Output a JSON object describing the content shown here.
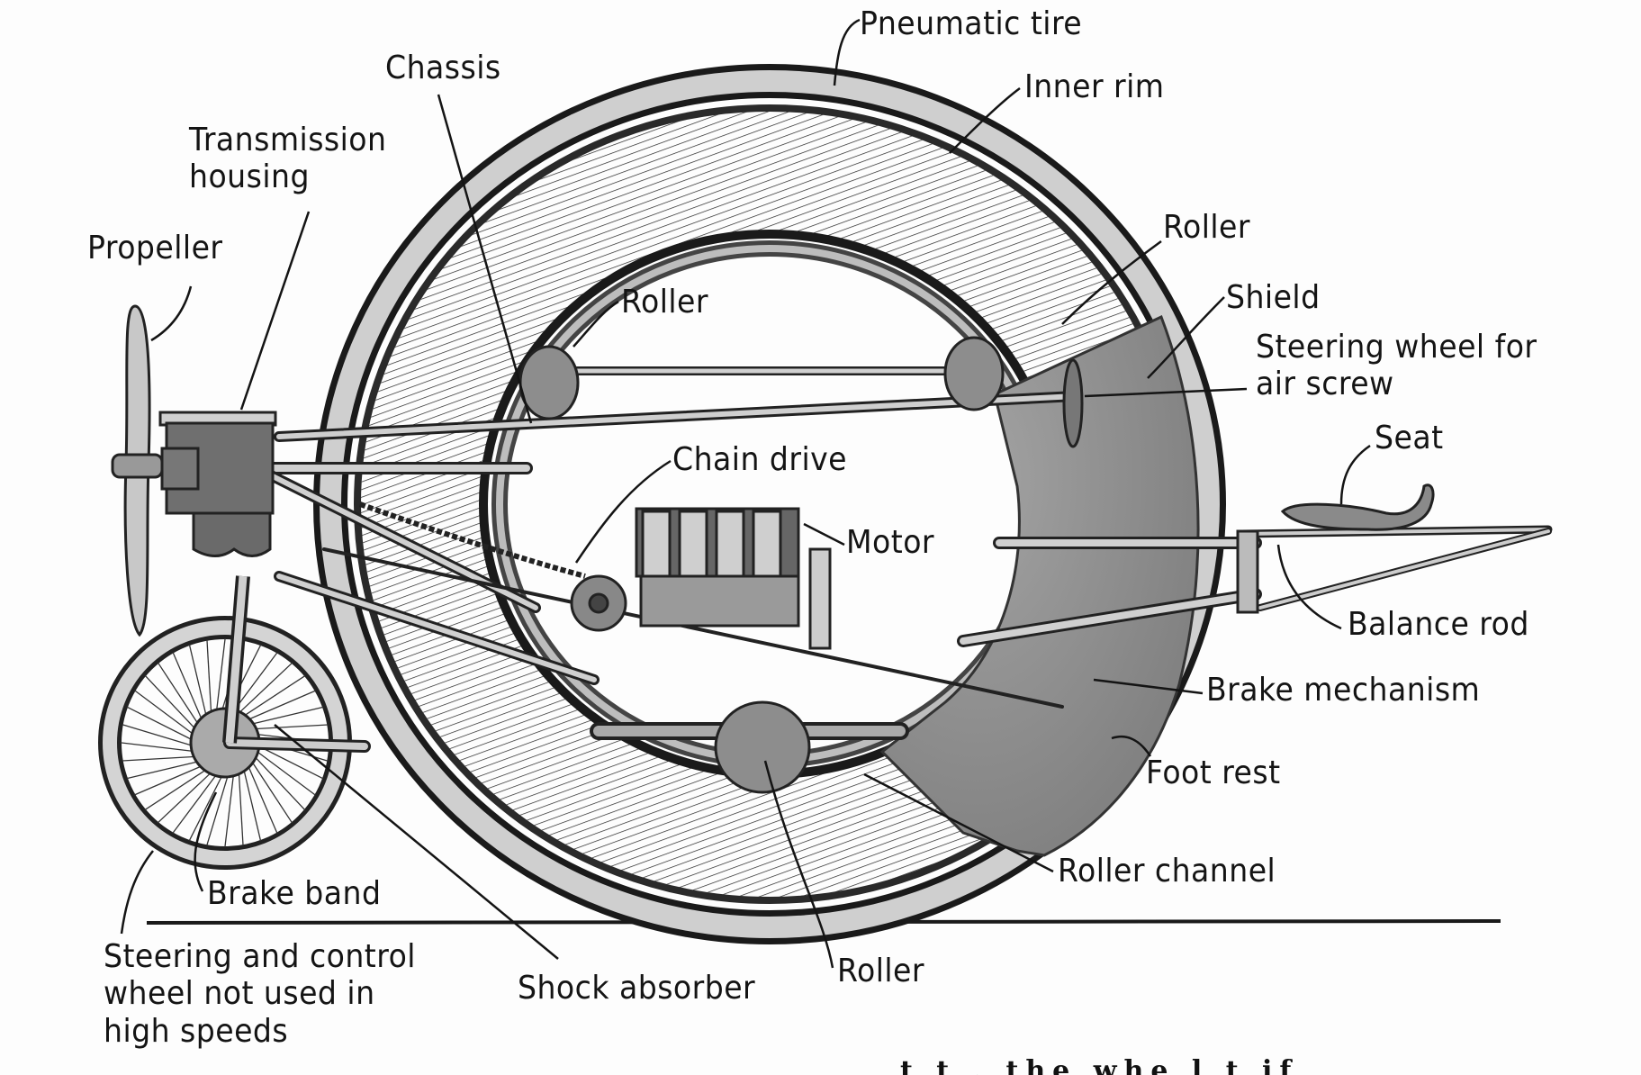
{
  "figure": {
    "subject": "Monowheel vehicle cutaway diagram",
    "colors": {
      "ink": "#141414",
      "shield": "#8f8f8f",
      "metal": "#b8b8b8",
      "paper": "#fdfdfd"
    }
  },
  "labels": {
    "pneumatic_tire": "Pneumatic tire",
    "chassis": "Chassis",
    "inner_rim": "Inner rim",
    "transmission_housing": [
      "Transmission",
      "housing"
    ],
    "propeller": "Propeller",
    "roller_upper_right": "Roller",
    "roller_upper_left": "Roller",
    "shield": "Shield",
    "steering_wheel_air_screw": [
      "Steering wheel for",
      "air screw"
    ],
    "seat": "Seat",
    "chain_drive": "Chain drive",
    "motor": "Motor",
    "balance_rod": "Balance rod",
    "brake_mechanism": "Brake mechanism",
    "foot_rest": "Foot rest",
    "roller_channel": "Roller channel",
    "brake_band": "Brake band",
    "steering_control_wheel": [
      "Steering and control",
      "wheel not used in",
      "high speeds"
    ],
    "shock_absorber": "Shock absorber",
    "roller_bottom": "Roller"
  },
  "caption_fragment": "t      t  . the  whe l  t  if"
}
